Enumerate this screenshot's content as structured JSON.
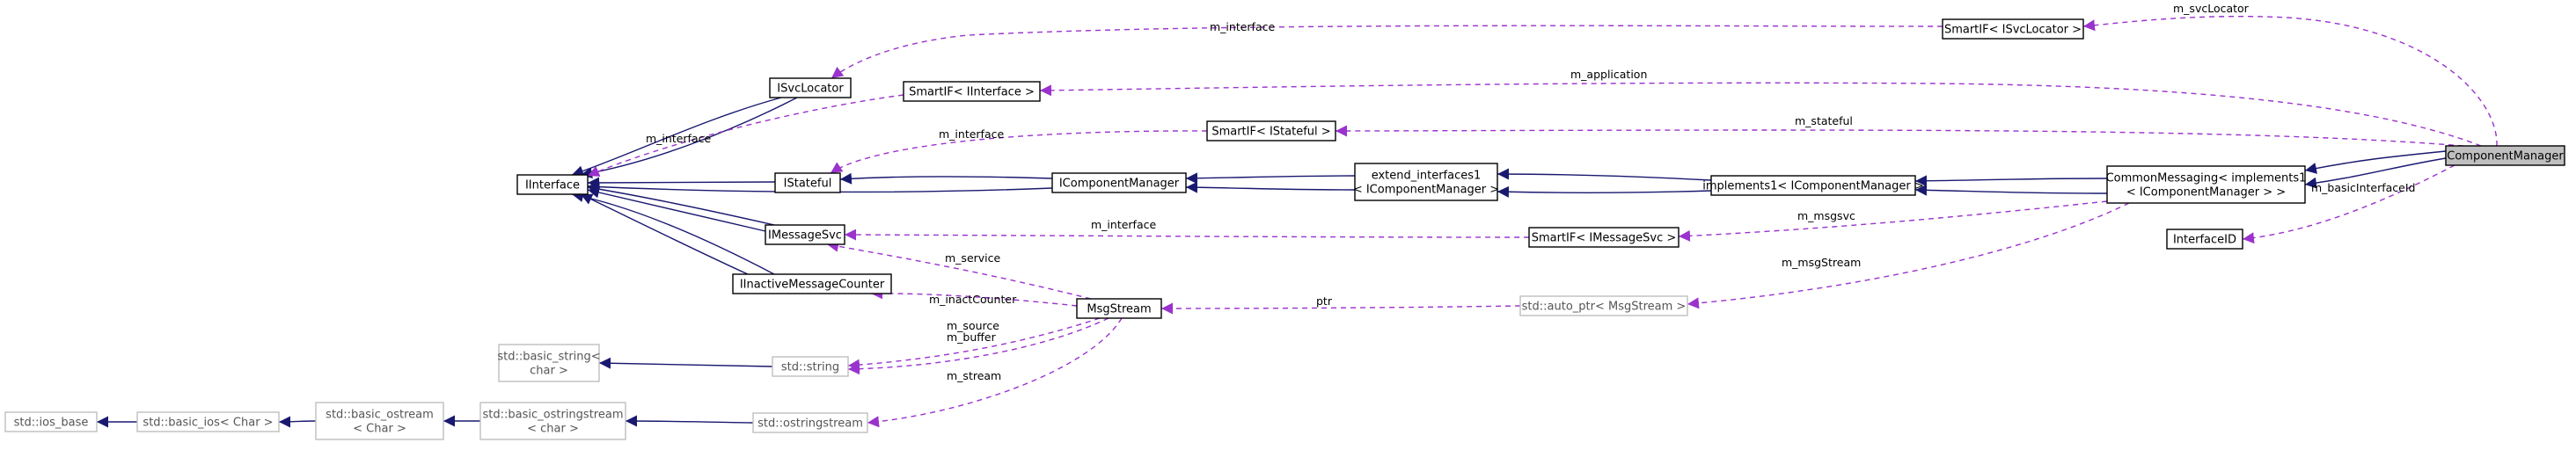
{
  "colors": {
    "inheritance": "#191970",
    "usage": "#9a32cd",
    "focus_fill": "#bfbfbf",
    "external_border": "#bfbfbf"
  },
  "nodes": [
    {
      "id": "ComponentManager",
      "lines": [
        "ComponentManager"
      ],
      "style": "focus"
    },
    {
      "id": "CommonMessaging",
      "lines": [
        "CommonMessaging< implements1",
        "< IComponentManager > >"
      ],
      "style": "normal"
    },
    {
      "id": "InterfaceID",
      "lines": [
        "InterfaceID"
      ],
      "style": "normal"
    },
    {
      "id": "implements1",
      "lines": [
        "implements1< IComponentManager >"
      ],
      "style": "normal"
    },
    {
      "id": "SmartIF_ISvcLocator",
      "lines": [
        "SmartIF< ISvcLocator >"
      ],
      "style": "normal"
    },
    {
      "id": "SmartIF_IInterface",
      "lines": [
        "SmartIF< IInterface >"
      ],
      "style": "normal"
    },
    {
      "id": "SmartIF_IStateful",
      "lines": [
        "SmartIF< IStateful >"
      ],
      "style": "normal"
    },
    {
      "id": "SmartIF_IMessageSvc",
      "lines": [
        "SmartIF< IMessageSvc >"
      ],
      "style": "normal"
    },
    {
      "id": "extend_interfaces1",
      "lines": [
        "extend_interfaces1",
        "< IComponentManager >"
      ],
      "style": "normal"
    },
    {
      "id": "IComponentManager",
      "lines": [
        "IComponentManager"
      ],
      "style": "normal"
    },
    {
      "id": "IStateful",
      "lines": [
        "IStateful"
      ],
      "style": "normal"
    },
    {
      "id": "ISvcLocator",
      "lines": [
        "ISvcLocator"
      ],
      "style": "normal"
    },
    {
      "id": "IInterface",
      "lines": [
        "IInterface"
      ],
      "style": "normal"
    },
    {
      "id": "IMessageSvc",
      "lines": [
        "IMessageSvc"
      ],
      "style": "normal"
    },
    {
      "id": "IInactiveMessageCounter",
      "lines": [
        "IInactiveMessageCounter"
      ],
      "style": "normal"
    },
    {
      "id": "MsgStream",
      "lines": [
        "MsgStream"
      ],
      "style": "normal"
    },
    {
      "id": "auto_ptr",
      "lines": [
        "std::auto_ptr< MsgStream >"
      ],
      "style": "external"
    },
    {
      "id": "std_string",
      "lines": [
        "std::string"
      ],
      "style": "external"
    },
    {
      "id": "basic_string",
      "lines": [
        "std::basic_string<",
        "char >"
      ],
      "style": "external"
    },
    {
      "id": "ostringstream",
      "lines": [
        "std::ostringstream"
      ],
      "style": "external"
    },
    {
      "id": "basic_ostringstream",
      "lines": [
        "std::basic_ostringstream",
        "< char >"
      ],
      "style": "external"
    },
    {
      "id": "basic_ostream",
      "lines": [
        "std::basic_ostream",
        "< Char >"
      ],
      "style": "external"
    },
    {
      "id": "basic_ios",
      "lines": [
        "std::basic_ios< Char >"
      ],
      "style": "external"
    },
    {
      "id": "ios_base",
      "lines": [
        "std::ios_base"
      ],
      "style": "external"
    }
  ],
  "edge_labels": [
    {
      "id": "svcLocator",
      "text": "m_svcLocator"
    },
    {
      "id": "interface_sl",
      "text": "m_interface"
    },
    {
      "id": "application",
      "text": "m_application"
    },
    {
      "id": "interface_ii",
      "text": "m_interface"
    },
    {
      "id": "interface_st",
      "text": "m_interface"
    },
    {
      "id": "stateful",
      "text": "m_stateful"
    },
    {
      "id": "basicInterfaceId",
      "text": "m_basicInterfaceId"
    },
    {
      "id": "msgsvc",
      "text": "m_msgsvc"
    },
    {
      "id": "interface_ms",
      "text": "m_interface"
    },
    {
      "id": "msgStream",
      "text": "m_msgStream"
    },
    {
      "id": "service",
      "text": "m_service"
    },
    {
      "id": "inactCounter",
      "text": "m_inactCounter"
    },
    {
      "id": "ptr",
      "text": "ptr"
    },
    {
      "id": "source",
      "text": "m_source"
    },
    {
      "id": "buffer",
      "text": "m_buffer"
    },
    {
      "id": "stream",
      "text": "m_stream"
    }
  ]
}
